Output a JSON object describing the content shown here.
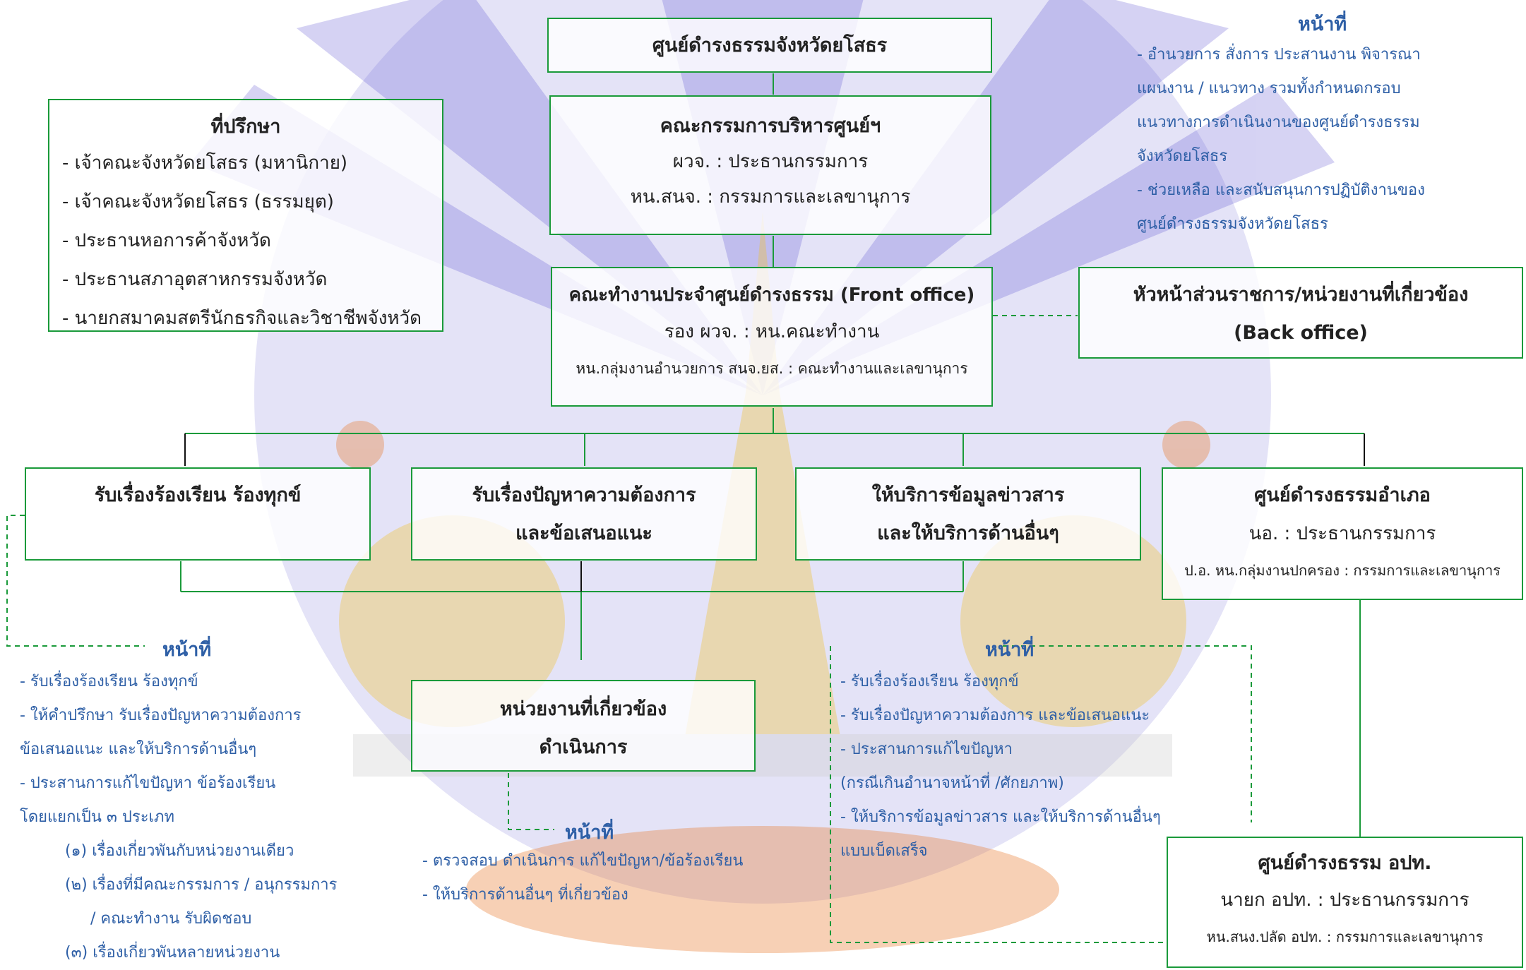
{
  "colors": {
    "box_border": "#1a9a3a",
    "duty_text": "#2e5fa6",
    "logo_purple": "#5a4fd0",
    "logo_yellow": "#f2c12e",
    "logo_orange": "#e8772a"
  },
  "top": {
    "title": "ศูนย์ดำรงธรรมจังหวัดยโสธร"
  },
  "board": {
    "title": "คณะกรรมการบริหารศูนย์ฯ",
    "line1": "ผวจ. :  ประธานกรรมการ",
    "line2": "หน.สนจ. :  กรรมการและเลขานุการ"
  },
  "advisor": {
    "title": "ที่ปรึกษา",
    "items": [
      "- เจ้าคณะจังหวัดยโสธร (มหานิกาย)",
      "- เจ้าคณะจังหวัดยโสธร (ธรรมยุต)",
      "- ประธานหอการค้าจังหวัด",
      "- ประธานสภาอุตสาหกรรมจังหวัด",
      "- นายกสมาคมสตรีนักธรกิจและวิชาชีพจังหวัด"
    ]
  },
  "duties_top": {
    "heading": "หน้าที่",
    "lines": [
      "- อำนวยการ สั่งการ ประสานงาน พิจารณา",
      "แผนงาน / แนวทาง รวมทั้งกำหนดกรอบ",
      "แนวทางการดำเนินงานของศูนย์ดำรงธรรม",
      "จังหวัดยโสธร",
      "- ช่วยเหลือ และสนับสนุนการปฏิบัติงานของ",
      "ศูนย์ดำรงธรรมจังหวัดยโสธร"
    ]
  },
  "front": {
    "title": "คณะทำงานประจำศูนย์ดำรงธรรม (Front office)",
    "line1": "รอง ผวจ. :  หน.คณะทำงาน",
    "line2": "หน.กลุ่มงานอำนวยการ สนจ.ยส. :  คณะทำงานและเลขานุการ"
  },
  "back": {
    "title": "หัวหน้าส่วนราชการ/หน่วยงานที่เกี่ยวข้อง",
    "line1": "(Back office)"
  },
  "branch1": {
    "title": "รับเรื่องร้องเรียน  ร้องทุกข์"
  },
  "branch2": {
    "line1": "รับเรื่องปัญหาความต้องการ",
    "line2": "และข้อเสนอแนะ"
  },
  "branch3": {
    "line1": "ให้บริการข้อมูลข่าวสาร",
    "line2": "และให้บริการด้านอื่นๆ"
  },
  "branch4": {
    "title": "ศูนย์ดำรงธรรมอำเภอ",
    "line1": "นอ. : ประธานกรรมการ",
    "line2": "ป.อ.  หน.กลุ่มงานปกครอง : กรรมการและเลขานุการ"
  },
  "agency": {
    "line1": "หน่วยงานที่เกี่ยวข้อง",
    "line2": "ดำเนินการ"
  },
  "local": {
    "title": "ศูนย์ดำรงธรรม อปท.",
    "line1": "นายก อปท. :  ประธานกรรมการ",
    "line2": "หน.สนง.ปลัด อปท. :  กรรมการและเลขานุการ"
  },
  "duties_left": {
    "heading": "หน้าที่",
    "lines": [
      "- รับเรื่องร้องเรียน ร้องทุกข์",
      "- ให้คำปรึกษา รับเรื่องปัญหาความต้องการ",
      "ข้อเสนอแนะ และให้บริการด้านอื่นๆ",
      "- ประสานการแก้ไขปัญหา  ข้อร้องเรียน",
      "โดยแยกเป็น ๓ ประเภท"
    ],
    "sub": [
      "(๑) เรื่องเกี่ยวพันกับหน่วยงานเดียว",
      "(๒) เรื่องที่มีคณะกรรมการ / อนุกรรมการ",
      "/ คณะทำงาน รับผิดชอบ",
      "(๓) เรื่องเกี่ยวพันหลายหน่วยงาน"
    ]
  },
  "duties_mid": {
    "heading": "หน้าที่",
    "lines": [
      "- ตรวจสอบ ดำเนินการ แก้ไขปัญหา/ข้อร้องเรียน",
      "- ให้บริการด้านอื่นๆ ที่เกี่ยวข้อง"
    ]
  },
  "duties_right": {
    "heading": "หน้าที่",
    "lines": [
      "- รับเรื่องร้องเรียน ร้องทุกข์",
      "- รับเรื่องปัญหาความต้องการ และข้อเสนอแนะ",
      "- ประสานการแก้ไขปัญหา",
      "(กรณีเกินอำนาจหน้าที่ /ศักยภาพ)",
      "- ให้บริการข้อมูลข่าวสาร และให้บริการด้านอื่นๆ",
      "แบบเบ็ดเสร็จ"
    ]
  }
}
